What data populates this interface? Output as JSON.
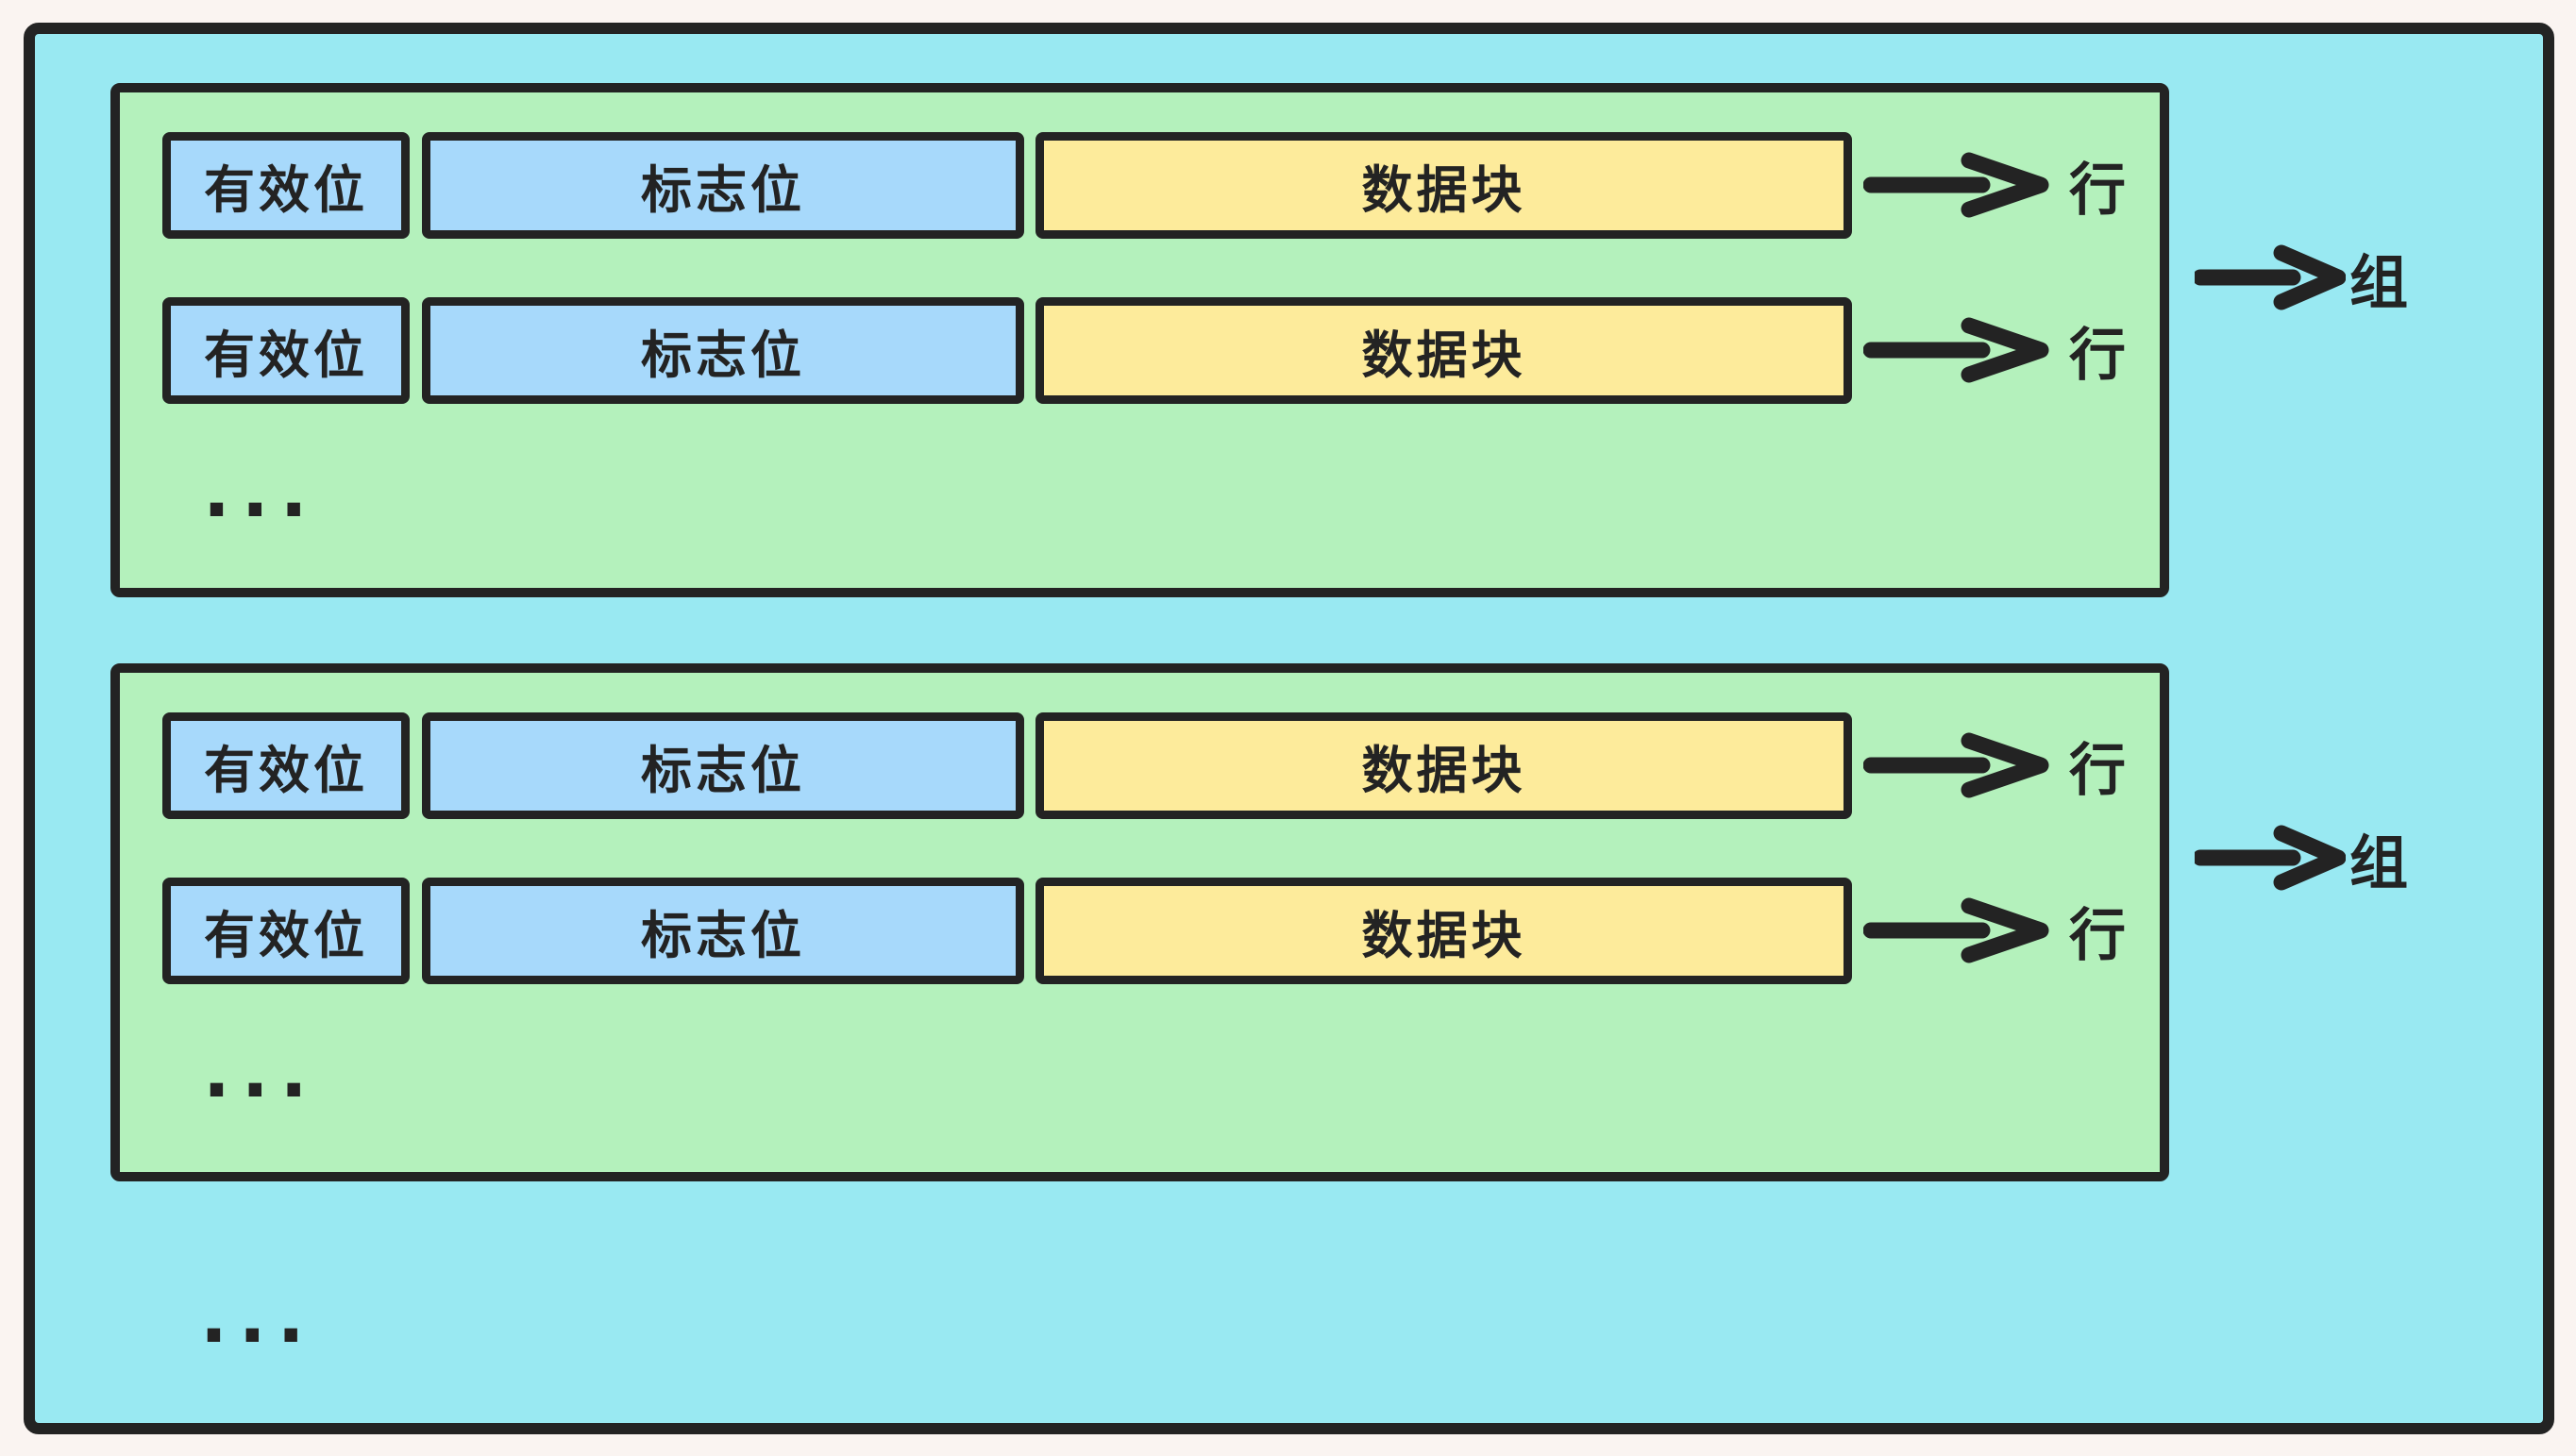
{
  "palette": {
    "page-bg": "#FAF4F1",
    "cache-bg": "#99E9F2",
    "set-bg": "#B4F1BC",
    "bit-bg": "#A7D9FB",
    "data-bg": "#FDEB9B",
    "ink": "#232323"
  },
  "cache": {
    "ellipsis": "...",
    "sets": [
      {
        "set_label": "组",
        "ellipsis": "...",
        "rows": [
          {
            "valid_bit": "有效位",
            "tag_bit": "标志位",
            "data_block": "数据块",
            "row_label": "行"
          },
          {
            "valid_bit": "有效位",
            "tag_bit": "标志位",
            "data_block": "数据块",
            "row_label": "行"
          }
        ]
      },
      {
        "set_label": "组",
        "ellipsis": "...",
        "rows": [
          {
            "valid_bit": "有效位",
            "tag_bit": "标志位",
            "data_block": "数据块",
            "row_label": "行"
          },
          {
            "valid_bit": "有效位",
            "tag_bit": "标志位",
            "data_block": "数据块",
            "row_label": "行"
          }
        ]
      }
    ]
  }
}
